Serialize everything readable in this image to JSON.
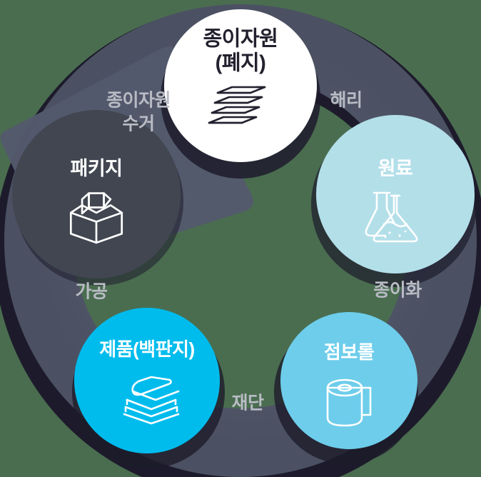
{
  "diagram": {
    "type": "circular-process-cycle",
    "background_color": "#4a6d50",
    "ring_outer_color": "#1d1b2b",
    "ring_band_color": "#555b6c",
    "direction": "clockwise",
    "nodes": [
      {
        "id": "paper-resource",
        "label_line1": "종이자원",
        "label_line2": "(폐지)",
        "icon": "stacked-paper-sheets-icon",
        "fill": "#ffffff",
        "text_color": "#23212e",
        "position": "top"
      },
      {
        "id": "raw-material",
        "label_line1": "원료",
        "label_line2": "",
        "icon": "laboratory-flask-icon",
        "fill": "#b3dfe9",
        "text_color": "#ffffff",
        "position": "top-right"
      },
      {
        "id": "jumbo-roll",
        "label_line1": "점보롤",
        "label_line2": "",
        "icon": "paper-roll-icon",
        "fill": "#6dcdeb",
        "text_color": "#ffffff",
        "position": "bottom-right"
      },
      {
        "id": "product-whiteboard",
        "label_line1": "제품(백판지)",
        "label_line2": "",
        "icon": "stacked-boards-icon",
        "fill": "#00bced",
        "text_color": "#ffffff",
        "position": "bottom-left"
      },
      {
        "id": "package",
        "label_line1": "패키지",
        "label_line2": "",
        "icon": "open-box-icon",
        "fill": "#414651",
        "text_color": "#ffffff",
        "position": "top-left"
      }
    ],
    "connectors": [
      {
        "id": "defibration",
        "label": "해리",
        "from": "paper-resource",
        "to": "raw-material"
      },
      {
        "id": "papermaking",
        "label": "종이화",
        "from": "raw-material",
        "to": "jumbo-roll"
      },
      {
        "id": "cutting",
        "label": "재단",
        "from": "jumbo-roll",
        "to": "product-whiteboard"
      },
      {
        "id": "processing",
        "label": "가공",
        "from": "product-whiteboard",
        "to": "package"
      },
      {
        "id": "paper-collection",
        "label_line1": "종이자원",
        "label_line2": "수거",
        "from": "package",
        "to": "paper-resource",
        "has_arrowhead": true
      }
    ]
  }
}
